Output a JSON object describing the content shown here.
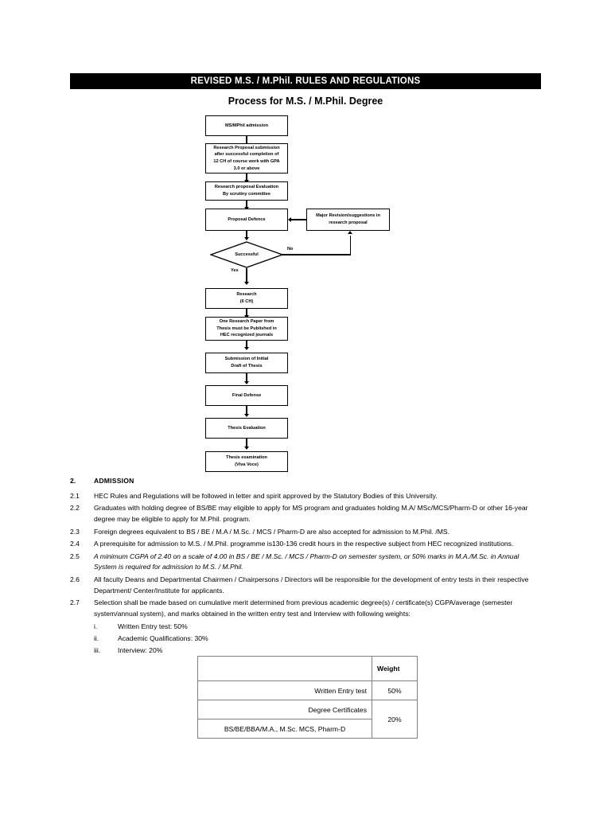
{
  "header": {
    "title": "REVISED M.S. / M.Phil. RULES AND REGULATIONS",
    "subtitle": "Process for M.S. / M.Phil. Degree"
  },
  "flowchart": {
    "nodes": [
      {
        "id": "admission",
        "text": "MS/MPhil admission"
      },
      {
        "id": "proposal-submission",
        "text": "Research Proposal submission after successful completion of 12 CH of course work with GPA 3.0 or above"
      },
      {
        "id": "proposal-evaluation",
        "text": "Research proposal Evaluation By scrutiny committee"
      },
      {
        "id": "proposal-defence",
        "text": "Proposal Defence"
      },
      {
        "id": "major-revision",
        "text": "Major Revision/suggestions  in research proposal"
      },
      {
        "id": "successful-decision",
        "text": "Successful"
      },
      {
        "id": "research",
        "text": "Research (6 CH)"
      },
      {
        "id": "research-paper",
        "text": "One Research Paper from Thesis must be Published in HEC recognized journals"
      },
      {
        "id": "initial-draft",
        "text": "Submission of Initial Draft of Thesis"
      },
      {
        "id": "final-defense",
        "text": "Final Defense"
      },
      {
        "id": "thesis-evaluation",
        "text": "Thesis Evaluation"
      },
      {
        "id": "thesis-examination",
        "text": "Thesis examination (Viva Voce)"
      }
    ],
    "node_lines": {
      "admission": [
        "MS/MPhil admission"
      ],
      "proposal_submission": [
        "Research Proposal submission",
        "after successful completion of",
        "12 CH of course work with GPA",
        "3.0 or above"
      ],
      "proposal_evaluation": [
        "Research proposal Evaluation",
        "By scrutiny committee"
      ],
      "proposal_defence": [
        "Proposal Defence"
      ],
      "major_revision": [
        "Major Revision/suggestions  in",
        "research proposal"
      ],
      "decision": "Successful",
      "research": [
        "Research",
        "(6 CH)"
      ],
      "research_paper": [
        "One Research Paper from",
        "Thesis must be Published in",
        "HEC recognized journals"
      ],
      "initial_draft": [
        "Submission of Initial",
        "Draft of Thesis"
      ],
      "final_defense": [
        "Final Defense"
      ],
      "thesis_evaluation": [
        "Thesis Evaluation"
      ],
      "thesis_examination": [
        "Thesis examination",
        "(Viva Voce)"
      ]
    },
    "edge_labels": {
      "no": "No",
      "yes": "Yes"
    }
  },
  "section": {
    "number": "2.",
    "heading": "ADMISSION",
    "clauses": [
      {
        "number": "2.1",
        "italic": false,
        "text": "HEC Rules and Regulations will be followed in letter and spirit approved by the Statutory Bodies of this University."
      },
      {
        "number": "2.2",
        "italic": false,
        "text": "Graduates with holding degree of BS/BE may eligible to apply for MS program and graduates holding M.A/ MSc/MCS/Pharm-D or other 16-year degree may be eligible to apply for M.Phil. program."
      },
      {
        "number": "2.3",
        "italic": false,
        "text": "Foreign degrees equivalent to BS / BE / M.A / M.Sc. / MCS / Pharm-D are also accepted for admission to M.Phil. /MS."
      },
      {
        "number": "2.4",
        "italic": false,
        "text": "A prerequisite for admission to M.S. / M.Phil. programme is130-136 credit hours in the respective subject from HEC recognized institutions."
      },
      {
        "number": "2.5",
        "italic": true,
        "text": "A minimum CGPA of 2.40 on a scale of 4.00 in BS / BE / M.Sc. / MCS / Pharm-D on semester system, or 50% marks in M.A./M.Sc. in Annual System is required for admission to M.S. / M.Phil."
      },
      {
        "number": "2.6",
        "italic": false,
        "text": "All faculty Deans and Departmental Chairmen / Chairpersons / Directors will be responsible for the development of entry tests in their respective Department/ Center/Institute for applicants."
      },
      {
        "number": "2.7",
        "italic": false,
        "text": "Selection shall be made based on cumulative merit determined from previous academic degree(s) / certificate(s) CGPA/average (semester system/annual system), and marks obtained in the written entry test and Interview with following weights:"
      }
    ],
    "sub_items": [
      {
        "marker": "i.",
        "text": "Written Entry test: 50%"
      },
      {
        "marker": "ii.",
        "text": "Academic Qualifications: 30%"
      },
      {
        "marker": "iii.",
        "text": "Interview: 20%"
      }
    ]
  },
  "weights_table": {
    "header": {
      "label": "",
      "weight": "Weight"
    },
    "rows": [
      {
        "desc": "Written Entry test",
        "weight": "50%"
      },
      {
        "desc": "Degree Certificates",
        "weight": "20%"
      },
      {
        "desc": "BS/BE/BBA/M.A., M.Sc. MCS, Pharm-D",
        "weight": ""
      }
    ]
  },
  "colors": {
    "header_bar_bg": "#000000",
    "header_bar_text": "#ffffff",
    "page_bg": "#ffffff",
    "table_border": "#808080",
    "flow_border": "#000000"
  }
}
